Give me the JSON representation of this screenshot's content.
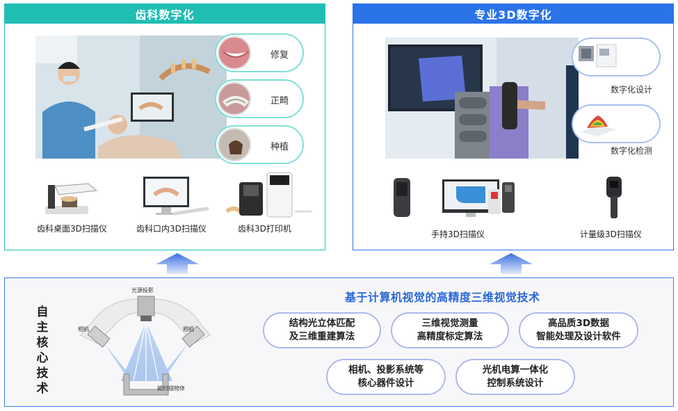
{
  "left_panel": {
    "title": "齿科数字化",
    "applications": [
      "修复",
      "正畸",
      "种植"
    ],
    "devices": [
      "齿科桌面3D扫描仪",
      "齿科口内3D扫描仪",
      "齿科3D打印机"
    ]
  },
  "right_panel": {
    "title": "专业3D数字化",
    "applications": [
      "数字化设计",
      "数字化检测"
    ],
    "devices": [
      "手持3D扫描仪",
      "计量级3D扫描仪"
    ]
  },
  "core": {
    "title": "自主核心技术",
    "heading": "基于计算机视觉的高精度三维视觉技术",
    "diagram_labels": {
      "projector": "光源投影",
      "camera_left": "相机",
      "camera_right": "相机",
      "object": "被扫描物体"
    },
    "technologies": [
      {
        "line1": "结构光立体匹配",
        "line2": "及三维重建算法"
      },
      {
        "line1": "三维视觉测量",
        "line2": "高精度标定算法"
      },
      {
        "line1": "高品质3D数据",
        "line2": "智能处理及设计软件"
      },
      {
        "line1": "相机、投影系统等",
        "line2": "核心器件设计"
      },
      {
        "line1": "光机电算一体化",
        "line2": "控制系统设计"
      }
    ]
  },
  "colors": {
    "teal": "#20bdb3",
    "blue": "#2a73e8",
    "arrow": "#3b6fe0",
    "pill_border": "#aeb8ec"
  }
}
